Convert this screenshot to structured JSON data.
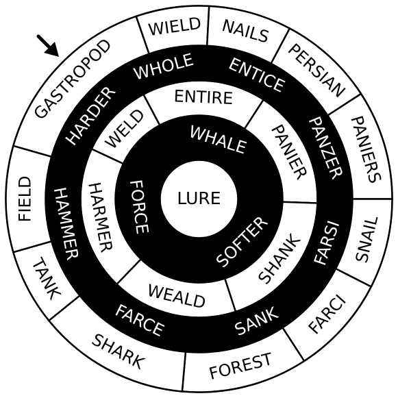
{
  "center": {
    "word": "LURE"
  },
  "rings": [
    {
      "ring": "inner",
      "fill": "#000000",
      "text_color": "#ffffff",
      "words": [
        "WHALE",
        "SOFTER",
        "FORCE"
      ]
    },
    {
      "ring": "second",
      "fill": "#ffffff",
      "text_color": "#000000",
      "words": [
        "ENTIRE",
        "PANIER",
        "SHANK",
        "WEALD",
        "HARMER",
        "WELD"
      ]
    },
    {
      "ring": "third",
      "fill": "#000000",
      "text_color": "#ffffff",
      "words": [
        "WHOLE",
        "ENTICE",
        "PANZER",
        "FARSI",
        "SANK",
        "FARCE",
        "HAMMER",
        "HARDER"
      ]
    },
    {
      "ring": "outer",
      "fill": "#ffffff",
      "text_color": "#000000",
      "words": [
        "WIELD",
        "NAILS",
        "PERSIAN",
        "PANIERS",
        "SNAIL",
        "FARCI",
        "FOREST",
        "SHARK",
        "TANK",
        "FIELD",
        "GASTROPOD"
      ]
    }
  ],
  "start_arrow": {
    "icon": "arrow-down-right-icon",
    "color": "#000000"
  }
}
